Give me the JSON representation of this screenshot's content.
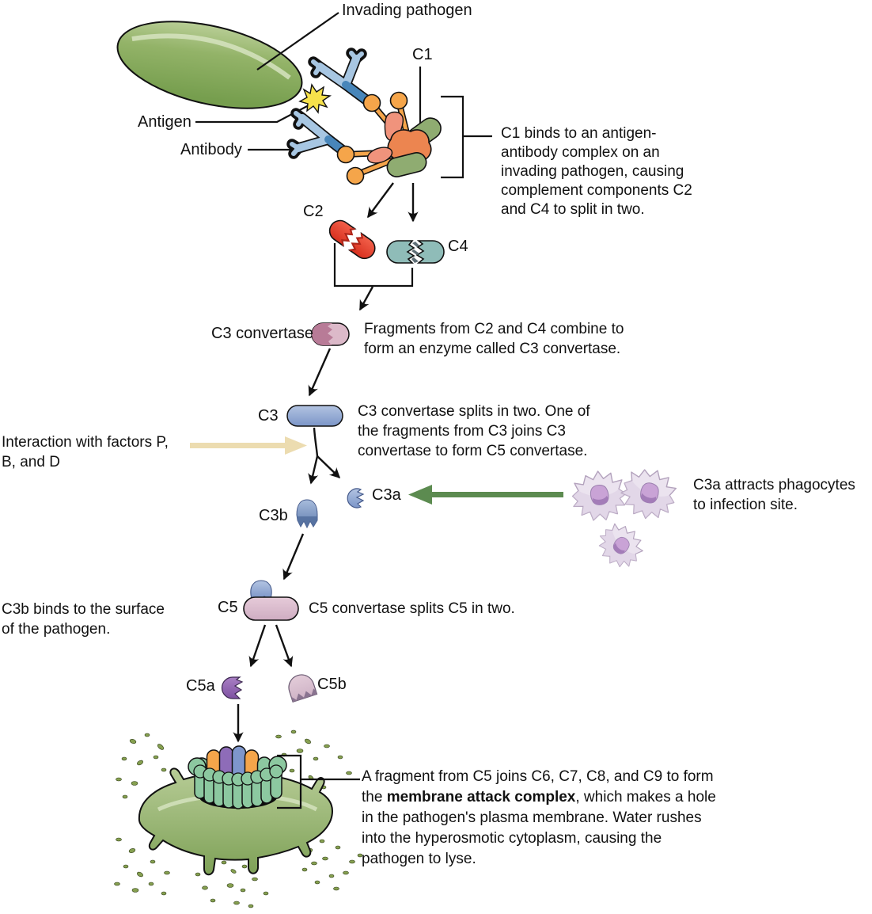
{
  "labels": {
    "invading_pathogen": "Invading pathogen",
    "antigen": "Antigen",
    "antibody": "Antibody",
    "c1": "C1",
    "c2": "C2",
    "c4": "C4",
    "c3_convertase": "C3 convertase",
    "c3": "C3",
    "c3a": "C3a",
    "c3b": "C3b",
    "c5": "C5",
    "c5a": "C5a",
    "c5b": "C5b"
  },
  "annotations": {
    "c1_binds": "C1 binds to an antigen-\nantibody complex on an\ninvading pathogen, causing\ncomplement components C2\nand C4 to split in two.",
    "fragments_combine": "Fragments from C2 and C4 combine to\nform an enzyme called C3 convertase.",
    "c3_splits": "C3 convertase splits in two. One of\nthe fragments from C3 joins C3\nconvertase to form C5 convertase.",
    "interaction_factors": "Interaction with factors P,\nB, and D",
    "c3a_attracts": "C3a attracts phagocytes\nto infection site.",
    "c3b_binds": "C3b binds to the surface\nof the pathogen.",
    "c5_splits": "C5 convertase splits C5 in two.",
    "mac_pre": "A fragment from C5 joins C6, C7, C8, and C9 to form\nthe ",
    "mac_bold": "membrane attack complex",
    "mac_post": ", which makes a hole\nin the pathogen's plasma membrane. Water rushes\ninto the hyperosmotic cytoplasm, causing the\npathogen to lyse."
  },
  "colors": {
    "pathogen_green": "#8fb163",
    "antibody_blue": "#a7c6e2",
    "antibody_blue_dark": "#4886ba",
    "antigen_yellow": "#f6e14b",
    "c1_orange": "#f5a54a",
    "c1_core_orange": "#ec8550",
    "c1_salmon": "#f0937c",
    "c1_green_subunit": "#8fac71",
    "c2_red": "#e8432e",
    "c4_teal": "#8fbcb8",
    "c3_convertase_dark": "#b87b97",
    "c3_convertase_light": "#dcb9c9",
    "c3_blue": "#93aad4",
    "c5_pink": "#dbbccd",
    "c5a_purple": "#9668b8",
    "c5b_pink": "#dac2d2",
    "phagocyte_body": "#ebe3ef",
    "phagocyte_nucleus": "#b68cc8",
    "mac_green": "#8cc8a0",
    "mac_orange": "#f5a54a",
    "mac_purple": "#8e6cb8",
    "mac_blue": "#7e96cc",
    "arrow_tan": "#ecdcb0",
    "arrow_green": "#5c8b50",
    "line_black": "#111111"
  }
}
